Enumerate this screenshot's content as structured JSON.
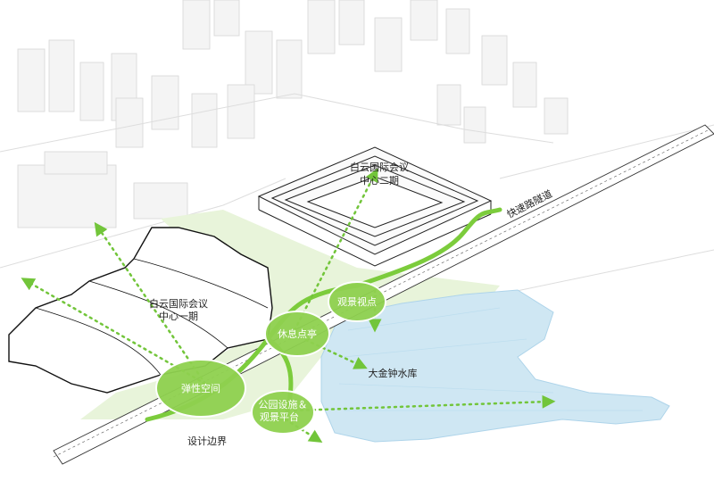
{
  "labels": {
    "phase_two_line1": "白云国际会议",
    "phase_two_line2": "中心二期",
    "phase_one_line1": "白云国际会议",
    "phase_one_line2": "中心一期",
    "expressway_tunnel": "快速路隧道",
    "reservoir": "大金钟水库",
    "design_boundary": "设计边界"
  },
  "nodes": {
    "viewing_point": "观景视点",
    "rest_point": "休息点亭",
    "flexible_space": "弹性空间",
    "park_facilities_line1": "公园设施＆",
    "park_facilities_line2": "观景平台"
  },
  "colors": {
    "node_green": "#8fd14f",
    "node_stroke": "#ffffff",
    "path_green": "#7ccc3c",
    "dotted_green": "#72c53a",
    "water": "#cfe7f3",
    "greenery": "#e8f4da",
    "building_line": "#222222"
  }
}
